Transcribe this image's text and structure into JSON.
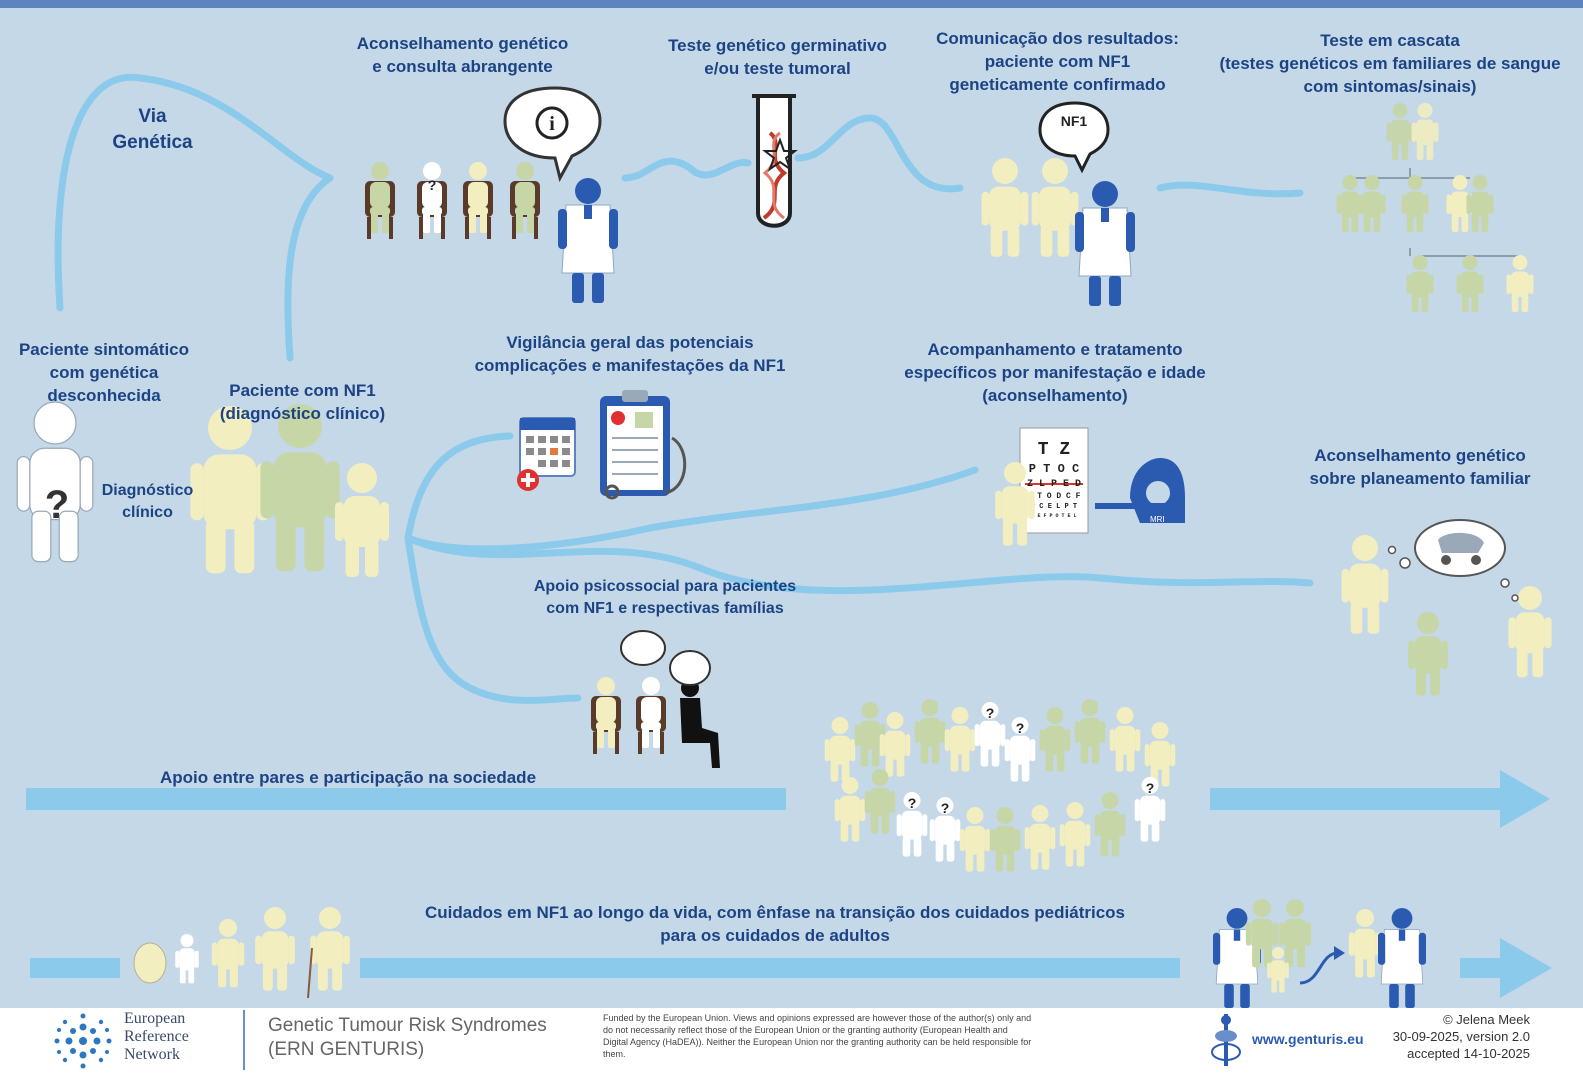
{
  "nodes": {
    "genetic_route": [
      "Via",
      "Genética"
    ],
    "counselling": [
      "Aconselhamento genético",
      "e consulta abrangente"
    ],
    "germline_test": [
      "Teste genético germinativo",
      "e/ou teste tumoral"
    ],
    "results": [
      "Comunicação dos resultados:",
      "paciente com NF1",
      "geneticamente confirmado"
    ],
    "cascade": [
      "Teste em cascata",
      "(testes genéticos em familiares de sangue",
      "com sintomas/sinais)"
    ],
    "symptomatic": [
      "Paciente sintomático",
      "com genética",
      "desconhecida"
    ],
    "clinical_dx": [
      "Diagnóstico",
      "clínico"
    ],
    "nf1_patient": [
      "Paciente com NF1",
      "(diagnóstico clínico)"
    ],
    "surveillance": [
      "Vigilância geral das potenciais",
      "complicações e manifestações da NF1"
    ],
    "followup": [
      "Acompanhamento e tratamento",
      "específicos por manifestação e idade",
      "(aconselhamento)"
    ],
    "family_planning": [
      "Aconselhamento genético",
      "sobre planeamento familiar"
    ],
    "psychosocial": [
      "Apoio psicossocial para pacientes",
      "com NF1 e respectivas famílias"
    ],
    "peer_support": "Apoio entre pares e participação na sociedade",
    "lifelong": [
      "Cuidados em NF1 ao longo da vida, com ênfase na transição dos cuidados pediátricos",
      "para os cuidados de adultos"
    ]
  },
  "icons": {
    "results_bubble": "NF1",
    "eye_chart": [
      "T Z",
      "P T O C",
      "Z L P E D",
      "L T O D C F",
      "P C E L P T",
      "D E F P O T E L"
    ],
    "mri": "MRI",
    "unknown_mark": "?"
  },
  "footer": {
    "ern": [
      "European",
      "Reference",
      "Network"
    ],
    "genturis": [
      "Genetic Tumour Risk Syndromes",
      "(ERN GENTURIS)"
    ],
    "funding": [
      "Funded by the European Union. Views and opinions expressed are however those of the author(s) only and",
      "do not necessarily reflect those of the European Union or the granting authority (European Health and",
      "Digital Agency (HaDEA)). Neither the European Union nor the granting authority can be held responsible for",
      "them."
    ],
    "website": "www.genturis.eu",
    "credits": [
      "© Jelena Meek",
      "30-09-2025, version 2.0",
      "accepted 14-10-2025"
    ]
  },
  "colors": {
    "background": "#c5d8e8",
    "title_text": "#1c4384",
    "flow_line": "#8ccaec",
    "figure_yellow": "#f2eec0",
    "figure_green": "#c6d6a6",
    "doctor_blue": "#2b5bb0"
  }
}
